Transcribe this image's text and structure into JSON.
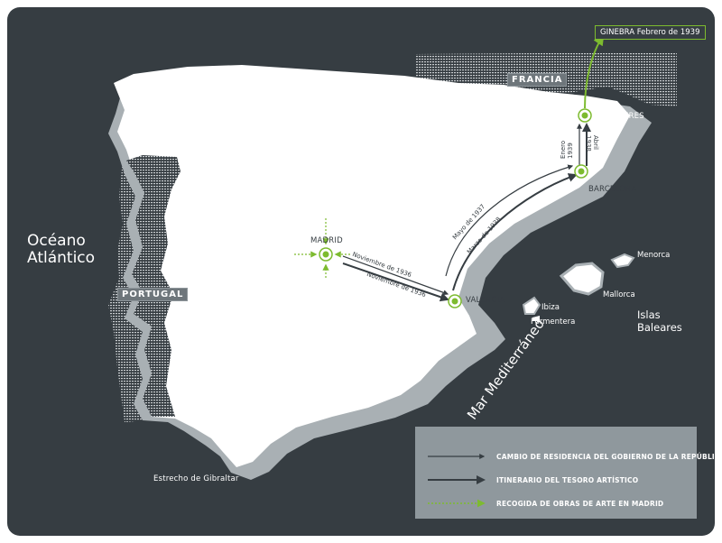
{
  "labels": {
    "ocean": [
      "Océano",
      "Atlántico"
    ],
    "sea": "Mar Mediterráneo",
    "strait": "Estrecho de Gibraltar",
    "portugal": "PORTUGAL",
    "francia": "FRANCIA",
    "ginebra": "GINEBRA  Febrero de 1939",
    "madrid": "MADRID",
    "valencia": "VALENCIA",
    "barcelona": "BARCELONA",
    "figueres": "FIGUERES",
    "menorca": "Menorca",
    "mallorca": "Mallorca",
    "ibiza": "Ibiza",
    "formentera": "Formentera",
    "baleares": [
      "Islas",
      "Baleares"
    ]
  },
  "routes": {
    "madrid_valencia_1": "Noviembre de 1936",
    "madrid_valencia_2": "Noviembre de 1936",
    "valencia_barcelona_1": "Mayo de 1937",
    "valencia_barcelona_2": "Marzo de 1938",
    "barcelona_figueres_1": [
      "Enero",
      "1939"
    ],
    "barcelona_figueres_2": [
      "Abril",
      "1938"
    ]
  },
  "legend": {
    "items": [
      {
        "text": "CAMBIO DE RESIDENCIA DEL GOBIERNO DE LA REPÚBLICA",
        "style": "thin-dark"
      },
      {
        "text": "ITINERARIO DEL TESORO ARTÍSTICO",
        "style": "thick-dark"
      },
      {
        "text": "RECOGIDA DE OBRAS DE ARTE EN MADRID",
        "style": "dashed-green"
      }
    ]
  },
  "colors": {
    "background": "#363d42",
    "land": "#ffffff",
    "shadow": "#a9b0b4",
    "accent": "#7dbb2f",
    "route": "#363d42",
    "legend_bg": "#8f989d"
  }
}
